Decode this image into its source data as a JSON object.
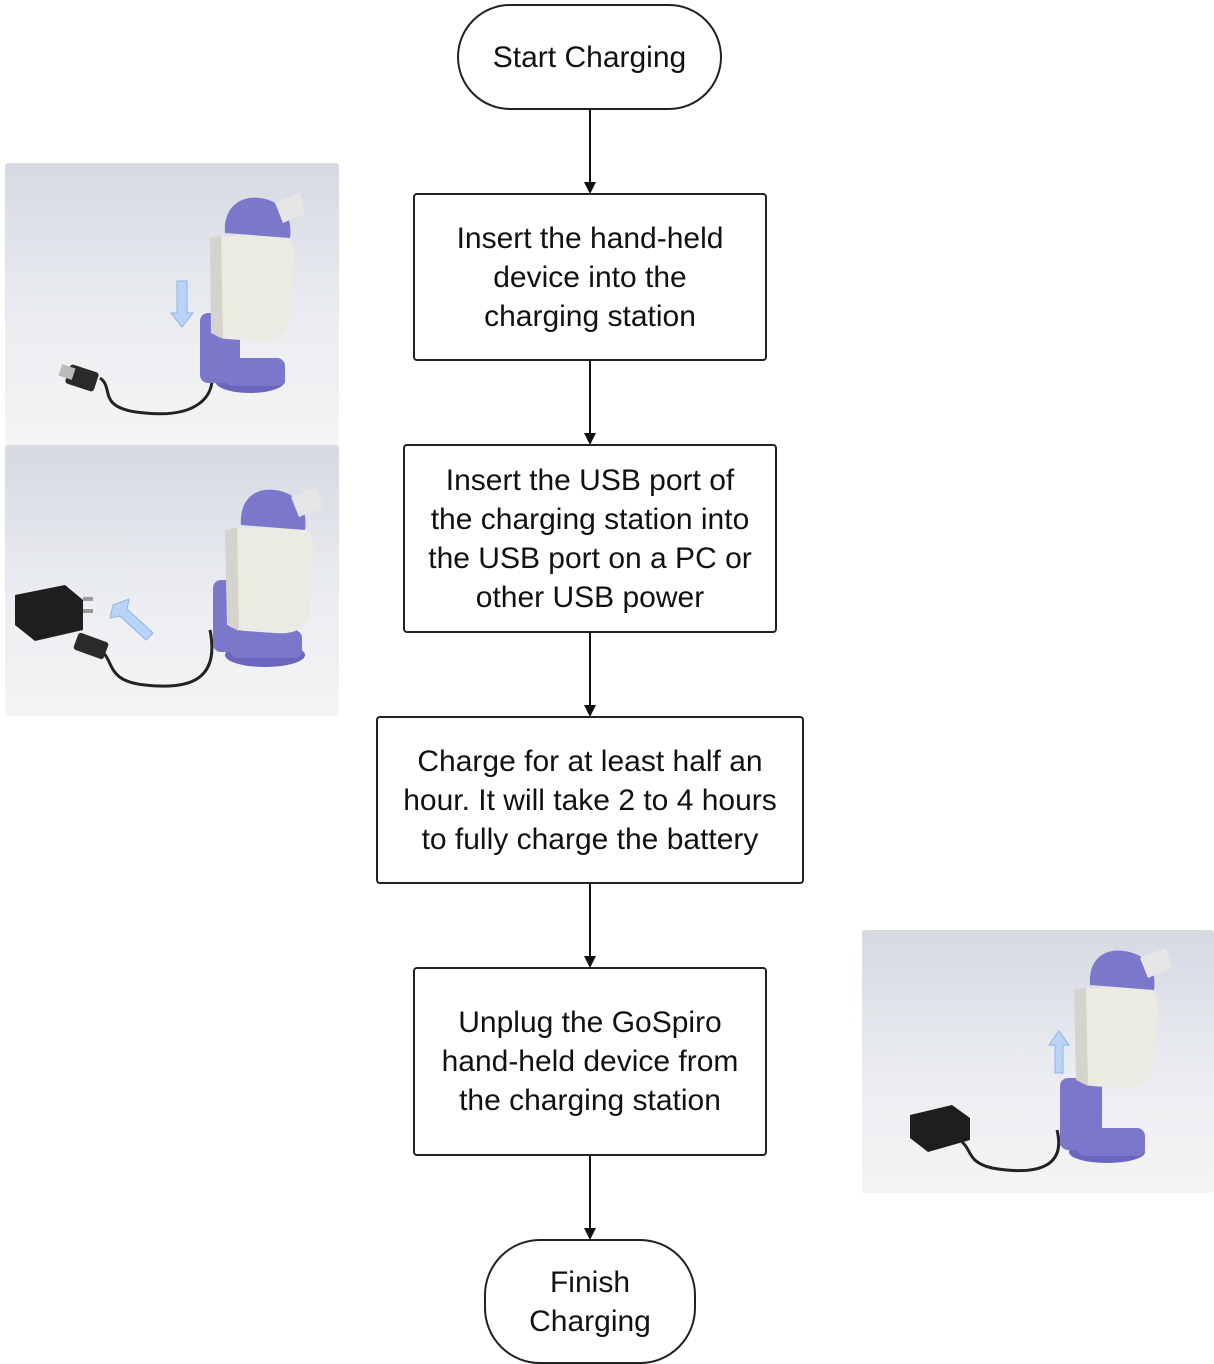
{
  "flowchart": {
    "start": "Start Charging",
    "steps": [
      "Insert the hand-held\ndevice into the\ncharging station",
      "Insert the USB port of\nthe charging station into\nthe USB port on a PC or\nother USB power",
      "Charge for at least half an\nhour. It will take 2 to 4 hours\nto fully charge the battery",
      "Unplug the GoSpiro\nhand-held device from\nthe charging station"
    ],
    "end": "Finish\nCharging"
  },
  "colors": {
    "device_purple": "#7b78cc",
    "device_body": "#e9e8e0",
    "arrow_hint": "#b9d4f7",
    "line": "#111111"
  }
}
